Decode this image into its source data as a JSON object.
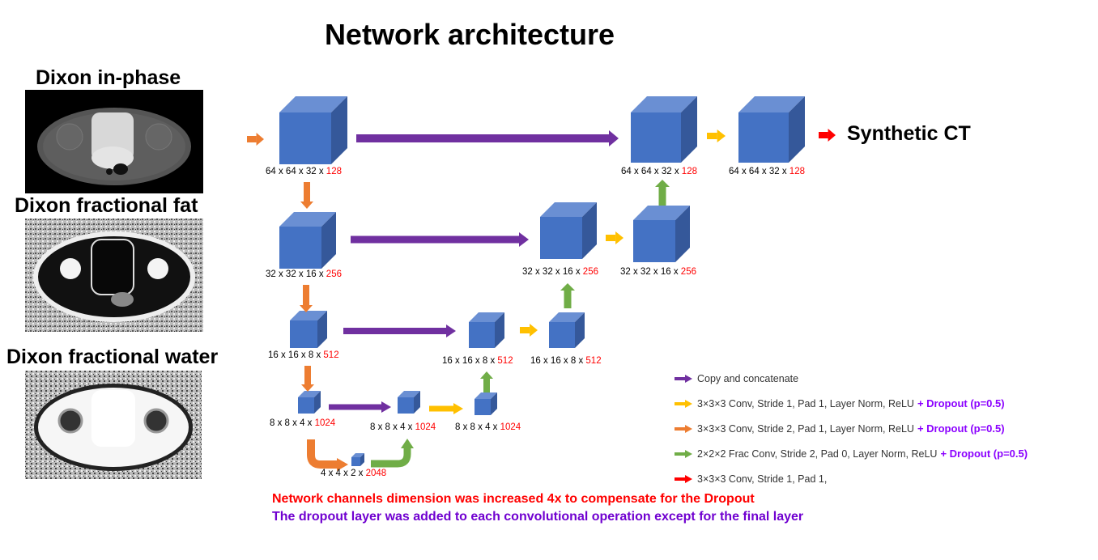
{
  "title": "Network architecture",
  "inputs": [
    {
      "label": "Dixon in-phase",
      "image": "mri-in-phase-image"
    },
    {
      "label": "Dixon fractional fat",
      "image": "mri-fractional-fat-image"
    },
    {
      "label": "Dixon fractional water",
      "image": "mri-fractional-water-image"
    }
  ],
  "output_label": "Synthetic CT",
  "colors": {
    "cube_front": "#4472c4",
    "cube_top": "#6a8fd3",
    "cube_side": "#35589a",
    "copy": "#7030a0",
    "conv_s1": "#ffc000",
    "conv_s2": "#ed7d31",
    "frac_conv": "#70ad47",
    "final_conv": "#ff0000",
    "dropout_text": "#8b00ff"
  },
  "blocks": {
    "enc1": {
      "dims": "64 x 64 x 32 x ",
      "channels": "128"
    },
    "enc2": {
      "dims": "32 x 32 x 16 x ",
      "channels": "256"
    },
    "enc3": {
      "dims": "16 x 16 x 8 x ",
      "channels": "512"
    },
    "enc4": {
      "dims": "8 x 8 x 4 x ",
      "channels": "1024"
    },
    "bottleneck": {
      "dims": "4 x 4 x 2 x ",
      "channels": "2048"
    },
    "dec4a": {
      "dims": "8 x 8 x 4 x ",
      "channels": "1024"
    },
    "dec4b": {
      "dims": "8 x 8 x 4 x ",
      "channels": "1024"
    },
    "dec3a": {
      "dims": "16 x 16 x 8 x ",
      "channels": "512"
    },
    "dec3b": {
      "dims": "16 x 16 x 8 x ",
      "channels": "512"
    },
    "dec2a": {
      "dims": "32 x 32 x 16 x ",
      "channels": "256"
    },
    "dec2b": {
      "dims": "32 x 32 x 16 x ",
      "channels": "256"
    },
    "dec1a": {
      "dims": "64 x 64 x 32 x ",
      "channels": "128"
    },
    "dec1b": {
      "dims": "64 x 64 x 32 x ",
      "channels": "128"
    }
  },
  "legend": [
    {
      "color": "#7030a0",
      "text": "Copy and concatenate",
      "dropout": ""
    },
    {
      "color": "#ffc000",
      "text": "3×3×3 Conv, Stride 1, Pad 1, Layer Norm, ReLU",
      "dropout": "+ Dropout (p=0.5)"
    },
    {
      "color": "#ed7d31",
      "text": "3×3×3 Conv, Stride 2, Pad 1, Layer Norm, ReLU",
      "dropout": "+ Dropout (p=0.5)"
    },
    {
      "color": "#70ad47",
      "text": "2×2×2 Frac Conv, Stride 2, Pad 0, Layer Norm, ReLU",
      "dropout": "+ Dropout (p=0.5)"
    },
    {
      "color": "#ff0000",
      "text": "3×3×3 Conv, Stride 1, Pad 1,",
      "dropout": ""
    }
  ],
  "notes": [
    "Network channels dimension was increased 4x to compensate for the Dropout",
    "The dropout layer was added to each convolutional operation except for the final layer"
  ]
}
